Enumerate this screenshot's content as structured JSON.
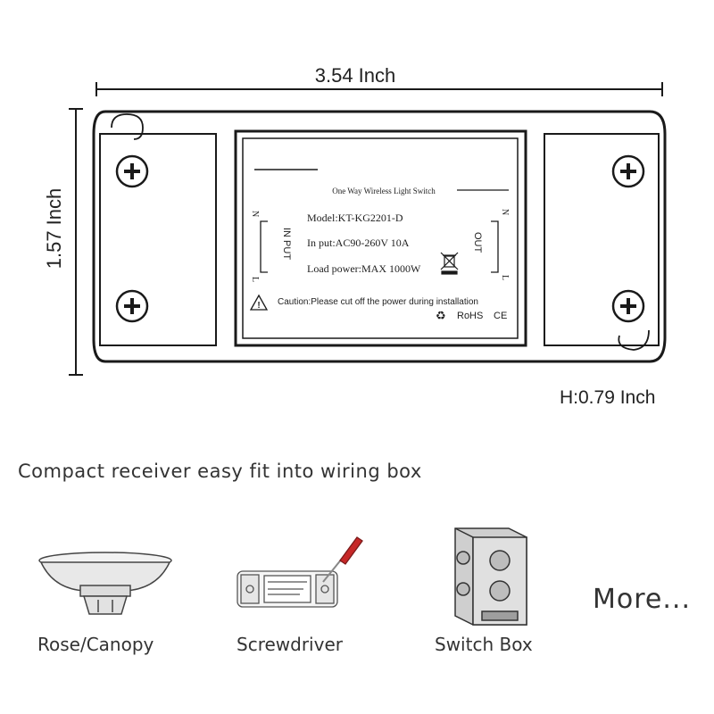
{
  "dimensions": {
    "width_label": "3.54 Inch",
    "height_label": "1.57 Inch",
    "depth_label": "H:0.79 Inch"
  },
  "device_label": {
    "title": "One Way Wireless Light Switch",
    "model": "Model:KT-KG2201-D",
    "input": "In put:AC90-260V 10A",
    "load": "Load power:MAX 1000W",
    "caution": "Caution:Please cut off the power during installation",
    "rohs": "RoHS",
    "ce": "CE",
    "in_label": "IN PUT",
    "out_label": "OUT",
    "n": "N",
    "l": "L"
  },
  "tagline": "Compact receiver easy fit into wiring box",
  "fits": [
    {
      "label": "Rose/Canopy",
      "icon": "ceiling-rose-icon"
    },
    {
      "label": "Screwdriver",
      "icon": "screwdriver-icon"
    },
    {
      "label": "Switch Box",
      "icon": "switch-box-icon"
    }
  ],
  "more": "More...",
  "colors": {
    "line": "#1a1a1a"
  }
}
